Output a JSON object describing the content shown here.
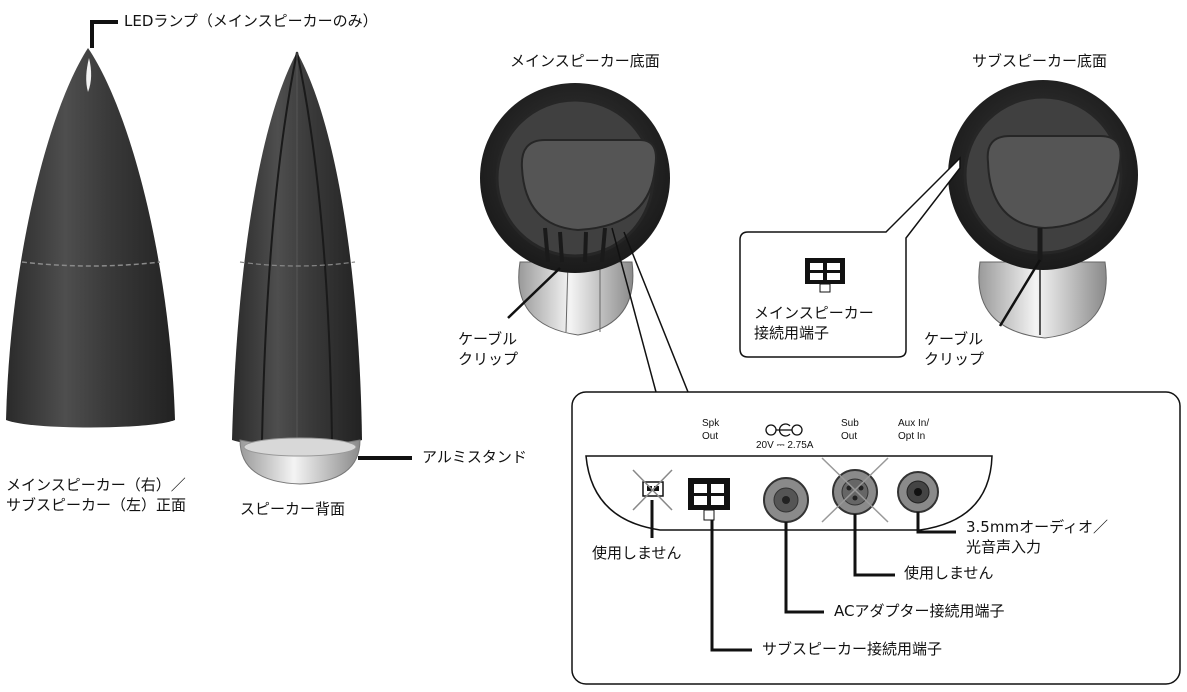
{
  "labels": {
    "led_lamp": "LEDランプ（メインスピーカーのみ）",
    "front_line1": "メインスピーカー（右）／",
    "front_line2": "サブスピーカー（左）正面",
    "back": "スピーカー背面",
    "alu_stand": "アルミスタンド",
    "main_bottom": "メインスピーカー底面",
    "sub_bottom": "サブスピーカー底面",
    "cable_clip": "ケーブル",
    "cable_clip2": "クリップ",
    "cable_clip_b": "ケーブル",
    "cable_clip2_b": "クリップ",
    "main_conn_line1": "メインスピーカー",
    "main_conn_line2": "接続用端子",
    "unused_1": "使用しません",
    "unused_2": "使用しません",
    "audio_in_line1": "3.5mmオーディオ／",
    "audio_in_line2": "光音声入力",
    "ac_adapter": "ACアダプター接続用端子",
    "sub_conn": "サブスピーカー接続用端子"
  },
  "panel": {
    "spk_out_1": "Spk",
    "spk_out_2": "Out",
    "power": "20V ⎓ 2.75A",
    "sub_out_1": "Sub",
    "sub_out_2": "Out",
    "aux_1": "Aux In/",
    "aux_2": "Opt In"
  }
}
